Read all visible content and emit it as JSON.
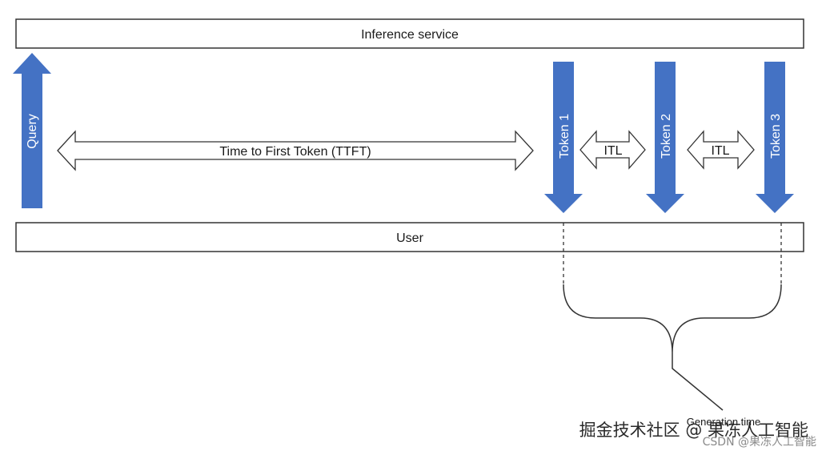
{
  "colors": {
    "arrow": "#4472C4",
    "outline": "#333333",
    "background": "#ffffff"
  },
  "inference_service": {
    "label": "Inference service"
  },
  "user": {
    "label": "User"
  },
  "query_arrow": {
    "label": "Query"
  },
  "ttft": {
    "label": "Time to First Token (TTFT)"
  },
  "tokens": [
    {
      "label": "Token 1"
    },
    {
      "label": "Token 2"
    },
    {
      "label": "Token 3"
    }
  ],
  "itl": [
    {
      "label": "ITL"
    },
    {
      "label": "ITL"
    }
  ],
  "generation_time": {
    "label": "Generation time"
  },
  "watermark": {
    "primary": "掘金技术社区 @ 果冻人工智能",
    "secondary": "CSDN @果冻人工智能"
  }
}
